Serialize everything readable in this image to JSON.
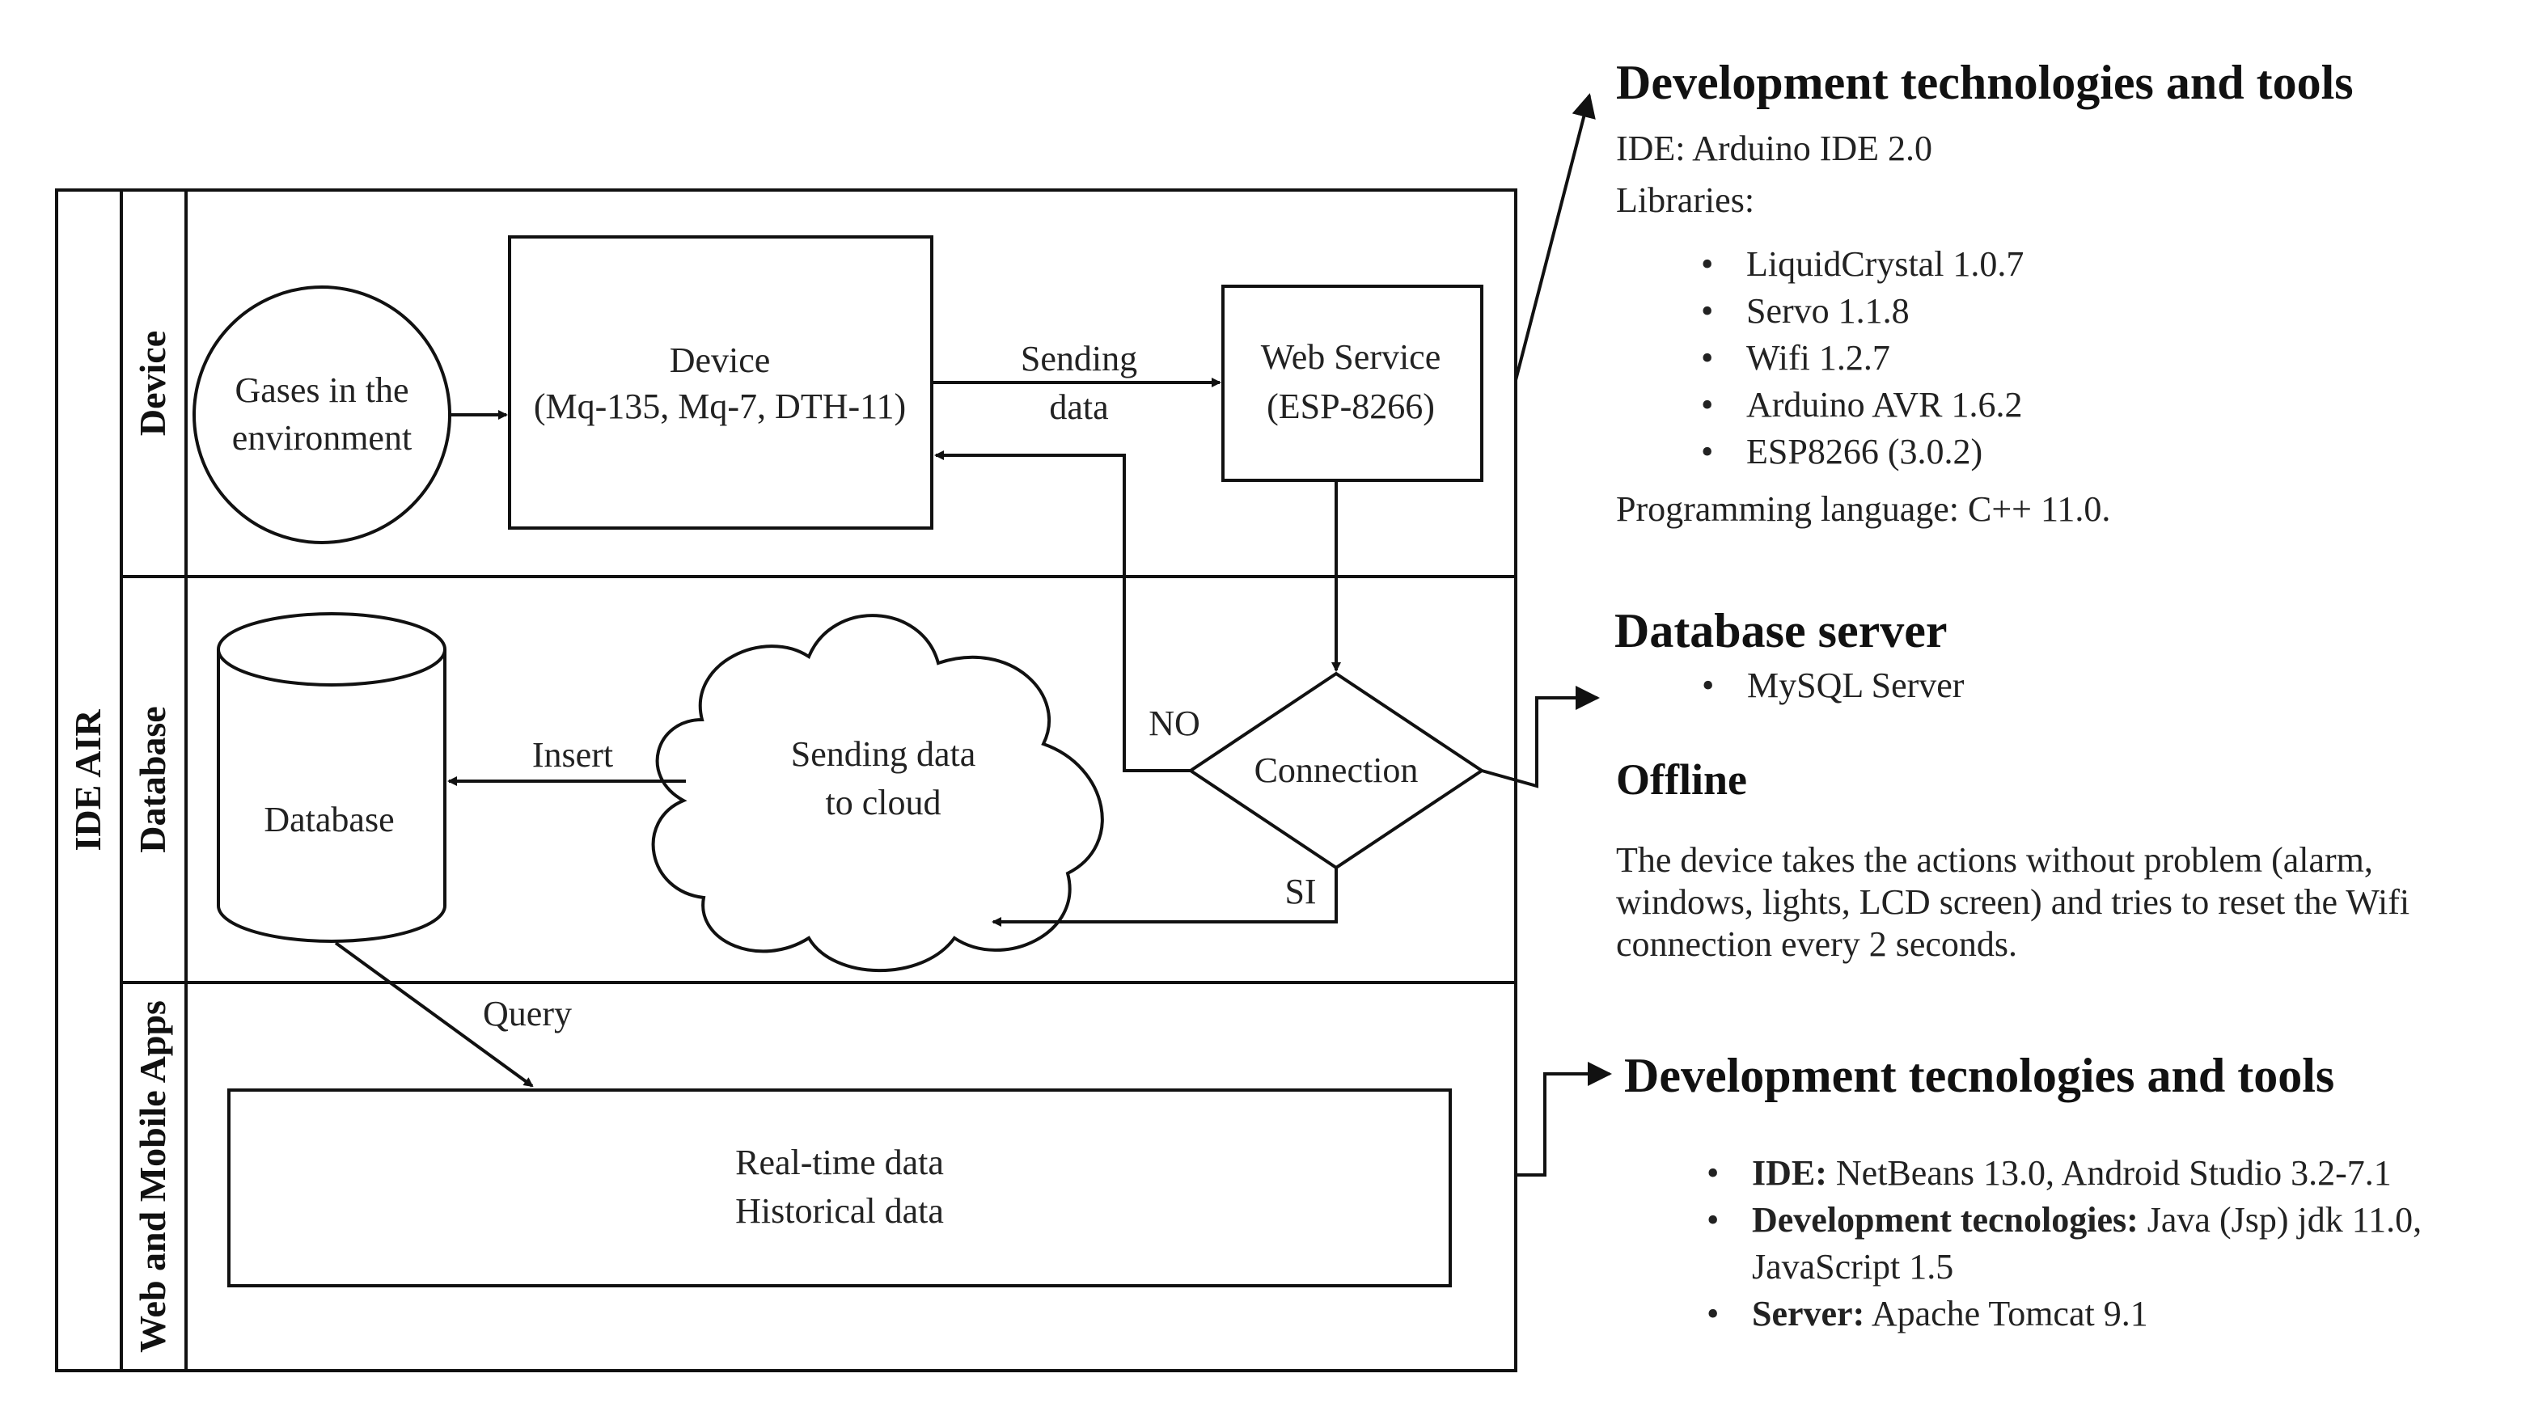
{
  "lanes": {
    "outer_title": "IDE AIR",
    "device": "Device",
    "database": "Database",
    "apps": "Web and Mobile Apps"
  },
  "nodes": {
    "gases": [
      "Gases in the",
      "environment"
    ],
    "device": [
      "Device",
      "(Mq-135, Mq-7, DTH-11)"
    ],
    "web_service": [
      "Web Service",
      "(ESP-8266)"
    ],
    "connection": "Connection",
    "cloud": [
      "Sending data",
      "to cloud"
    ],
    "database": "Database",
    "apps": [
      "Real-time data",
      "Historical data"
    ]
  },
  "edge_labels": {
    "sending": [
      "Sending",
      "data"
    ],
    "no": "NO",
    "si": "SI",
    "insert": "Insert",
    "query": "Query"
  },
  "tools": {
    "title": "Development technologies and tools",
    "ide": "IDE: Arduino IDE 2.0",
    "libraries_label": "Libraries:",
    "libraries": [
      "LiquidCrystal 1.0.7",
      "Servo 1.1.8",
      "Wifi 1.2.7",
      "Arduino AVR 1.6.2",
      "ESP8266 (3.0.2)"
    ],
    "language": "Programming language: C++ 11.0."
  },
  "db_server": {
    "title": "Database server",
    "items": [
      "MySQL Server"
    ]
  },
  "offline": {
    "title": "Offline",
    "text": "The device takes the actions without problem (alarm, windows, lights, LCD screen) and tries to reset the Wifi connection every 2 seconds."
  },
  "tools2": {
    "title": "Development tecnologies and tools",
    "items": [
      {
        "bold": "IDE:",
        "text": " NetBeans 13.0, Android Studio 3.2-7.1"
      },
      {
        "bold": "Development tecnologies:",
        "text": " Java (Jsp) jdk 11.0, JavaScript 1.5"
      },
      {
        "bold": "Server:",
        "text": " Apache Tomcat 9.1"
      }
    ]
  }
}
